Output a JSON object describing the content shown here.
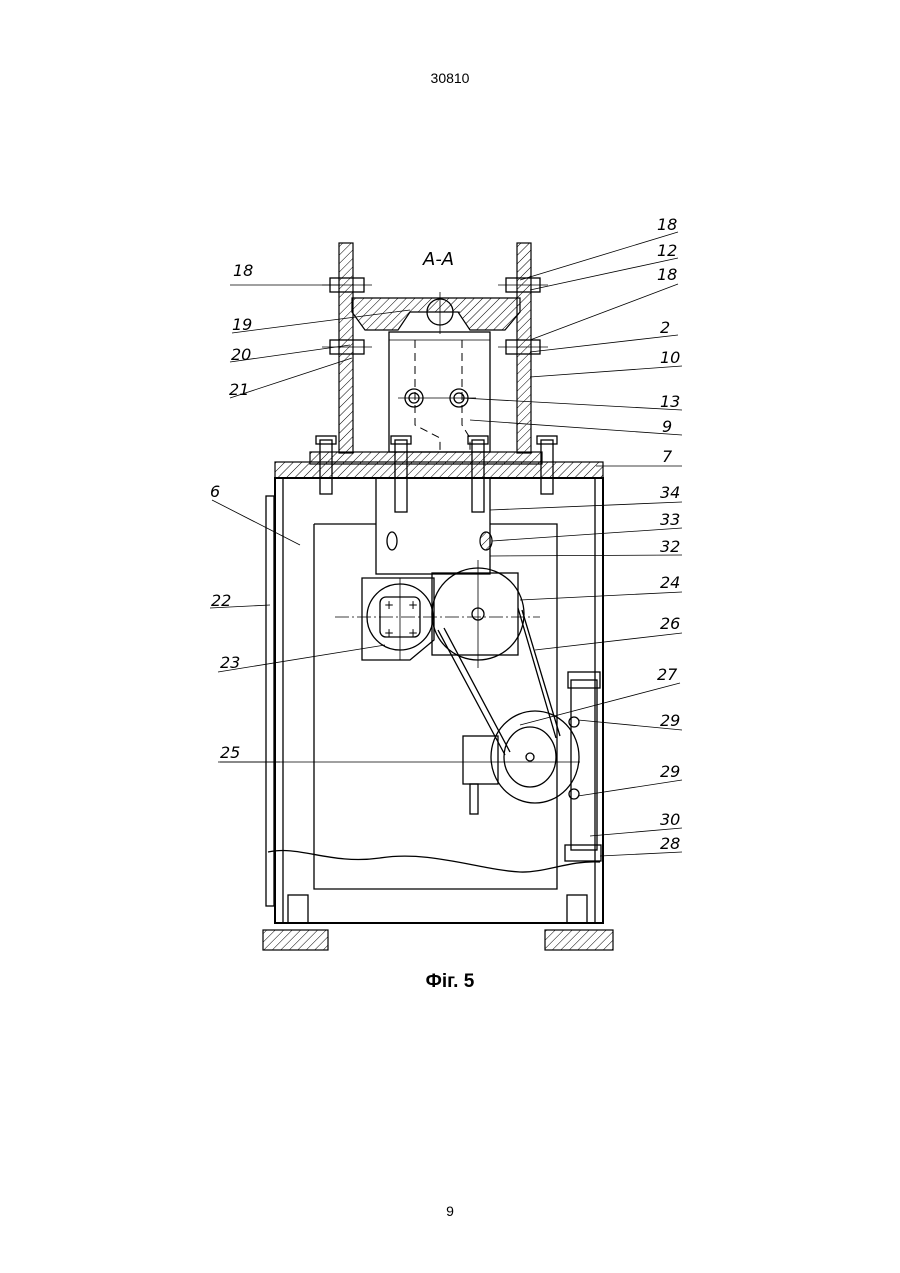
{
  "page": {
    "header_number": "30810",
    "page_number": "9",
    "figure_caption": "Фіг. 5"
  },
  "drawing": {
    "section_label": "A-A",
    "callouts": {
      "c18a": "18",
      "c19": "19",
      "c20": "20",
      "c21": "21",
      "c6": "6",
      "c22": "22",
      "c23": "23",
      "c25": "25",
      "c18b": "18",
      "c12": "12",
      "c18c": "18",
      "c2": "2",
      "c10": "10",
      "c13": "13",
      "c9": "9",
      "c7": "7",
      "c34": "34",
      "c33": "33",
      "c32": "32",
      "c24": "24",
      "c26": "26",
      "c27": "27",
      "c29a": "29",
      "c29b": "29",
      "c30": "30",
      "c28": "28"
    }
  }
}
